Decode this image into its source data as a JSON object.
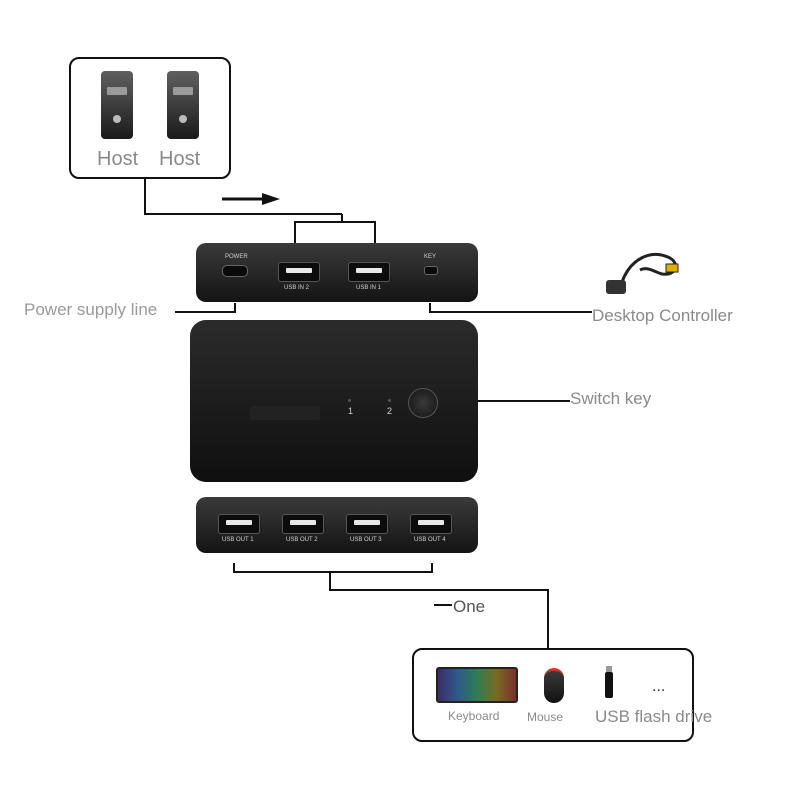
{
  "hosts": {
    "labels": [
      "Host",
      "Host"
    ]
  },
  "kvm": {
    "top_ports": {
      "power": "POWER",
      "usb_in_2": "USB IN 2",
      "usb_in_1": "USB IN 1",
      "key": "KEY"
    },
    "switch_numbers": {
      "one": "1",
      "two": "2"
    },
    "bottom_ports": [
      "USB OUT 1",
      "USB OUT 2",
      "USB OUT 3",
      "USB OUT 4"
    ]
  },
  "callouts": {
    "power_supply": "Power supply line",
    "desktop_controller": "Desktop Controller",
    "switch_key": "Switch key",
    "one": "One"
  },
  "peripherals": {
    "keyboard": "Keyboard",
    "mouse": "Mouse",
    "usb_flash": "USB flash drive",
    "more": "..."
  },
  "colors": {
    "line": "#111111",
    "label": "#8a8a8a",
    "device": "#1e1e1e"
  }
}
